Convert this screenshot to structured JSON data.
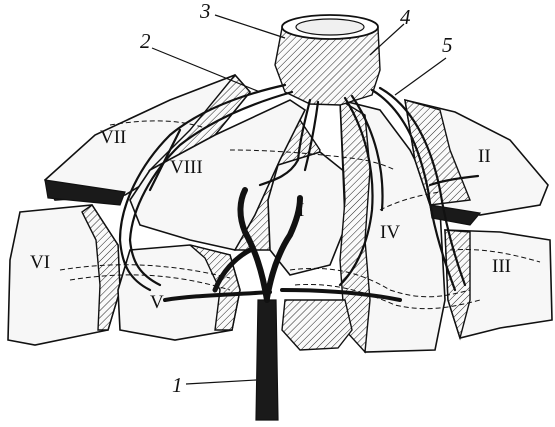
{
  "figure": {
    "segment_labels": [
      "I",
      "II",
      "III",
      "IV",
      "V",
      "VI",
      "VII",
      "VIII"
    ],
    "callout_labels": [
      "1",
      "2",
      "3",
      "4",
      "5"
    ]
  }
}
